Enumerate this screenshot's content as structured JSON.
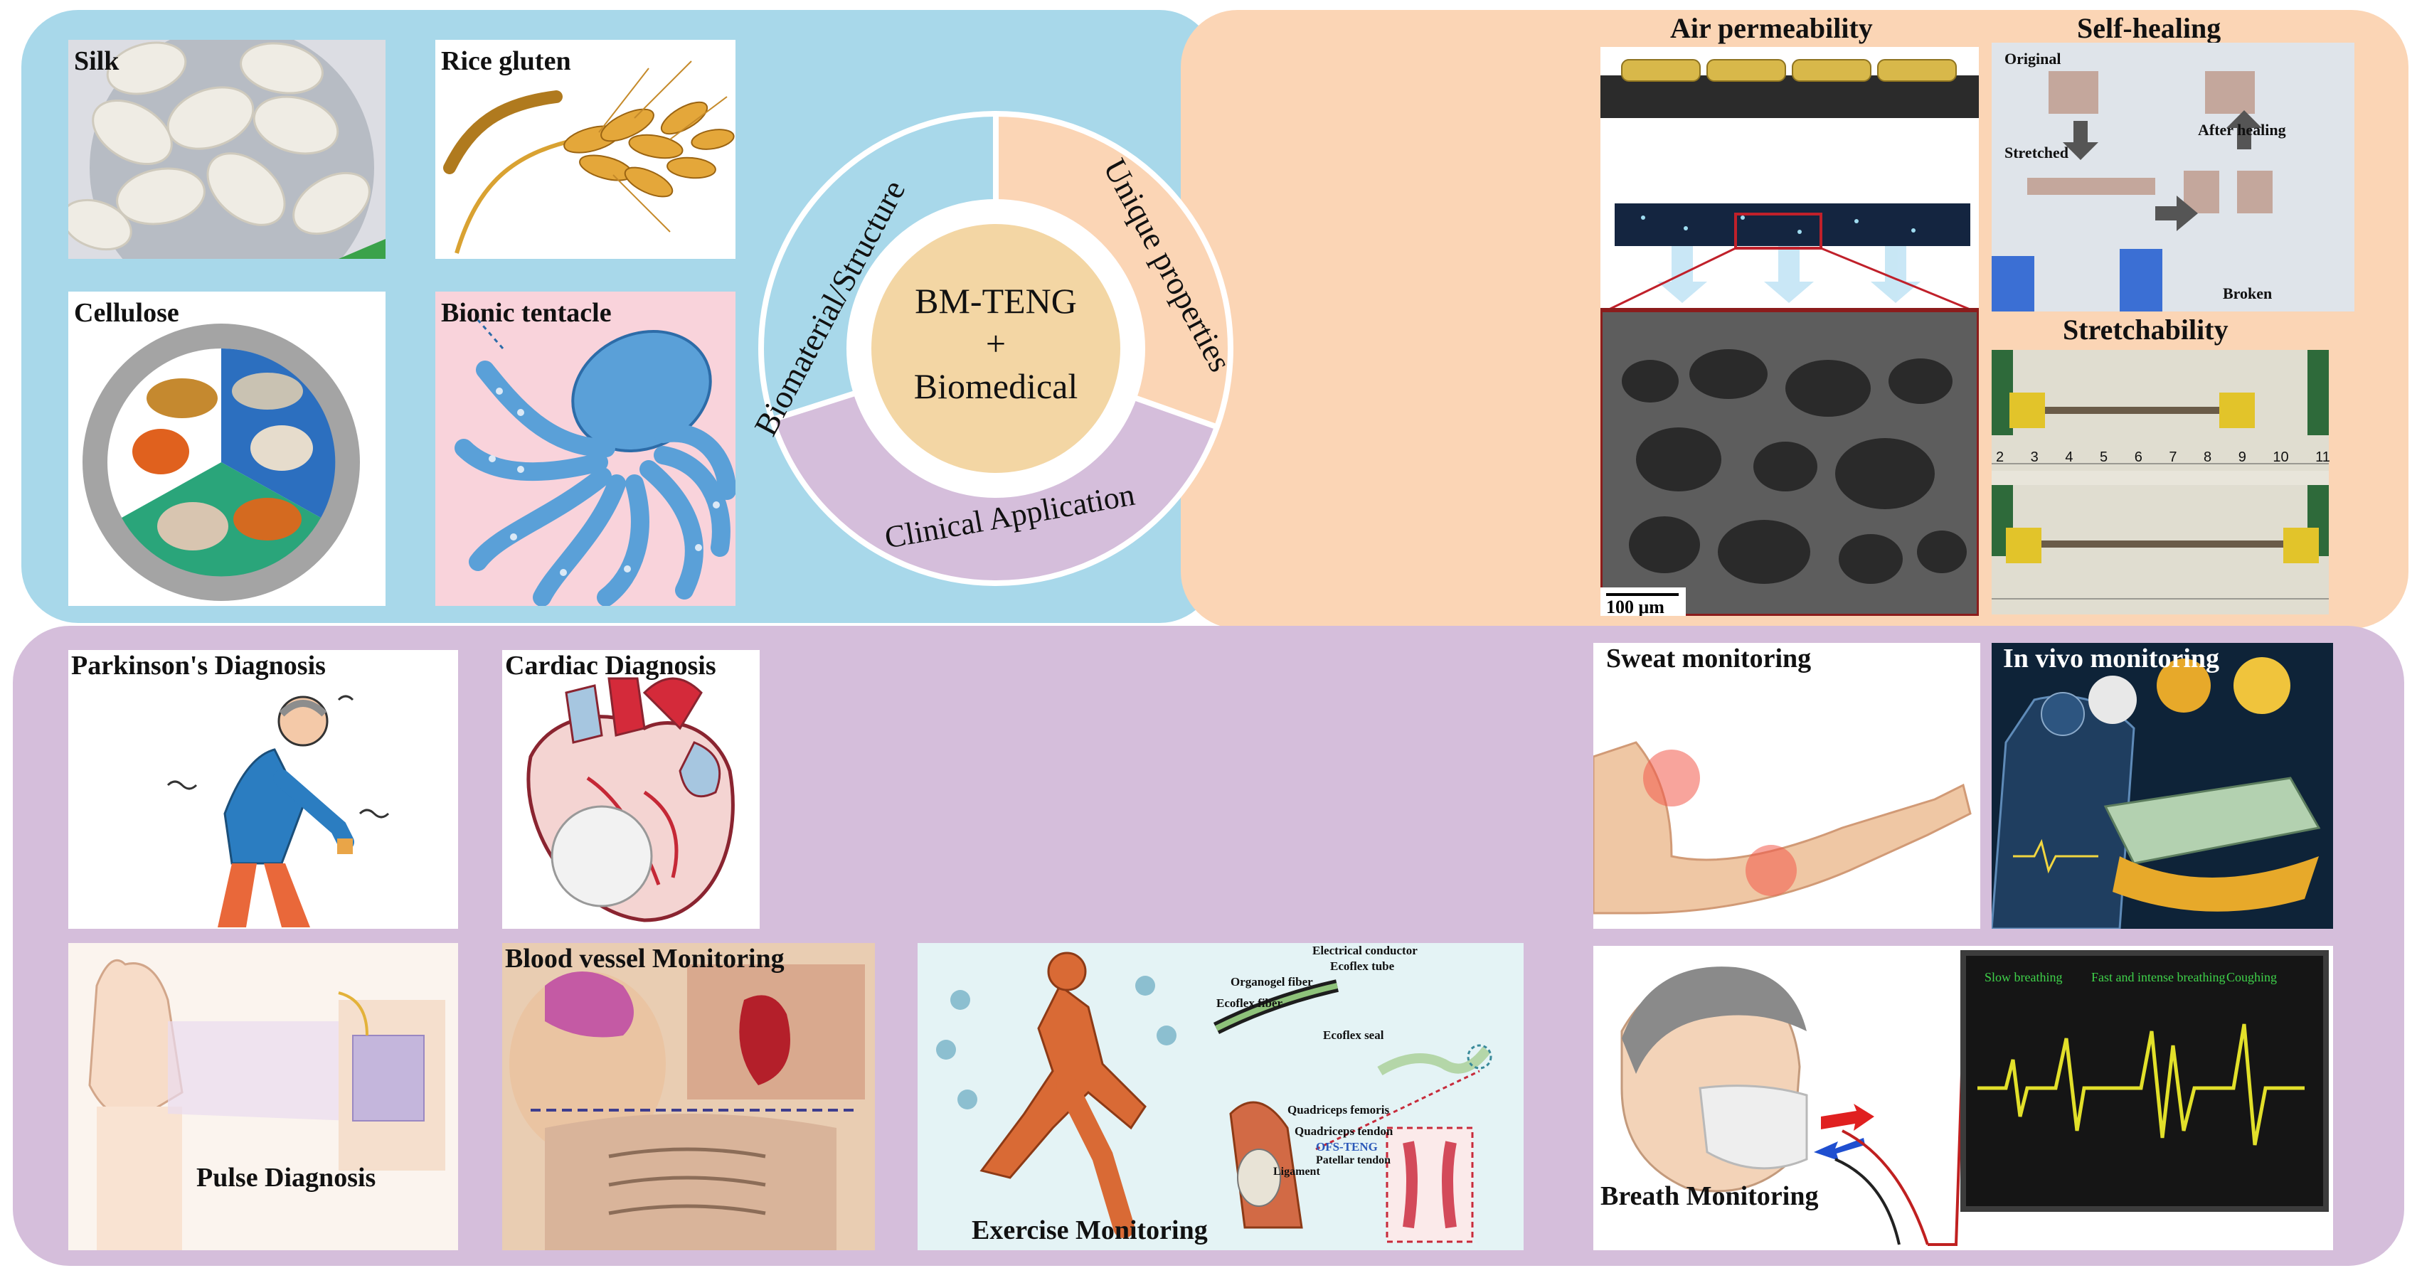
{
  "colors": {
    "biomaterial_blue": "#a8d8ea",
    "unique_peach": "#fbd5b5",
    "clinical_purple": "#d5bedb",
    "center_circle": "#f3d6a4",
    "ring_divider": "#ffffff"
  },
  "center": {
    "line1": "BM-TENG",
    "line2": "+",
    "line3": "Biomedical"
  },
  "ring": {
    "biomaterial": "Biomaterial/Structure",
    "unique": "Unique properties",
    "clinical": "Clinical Application"
  },
  "biomaterial_panel": {
    "silk": "Silk",
    "rice_gluten": "Rice gluten",
    "cellulose": "Cellulose",
    "bionic_tentacle": "Bionic tentacle"
  },
  "unique_panel": {
    "air_permeability": "Air permeability",
    "scale_bar": "100 μm",
    "self_healing": "Self-healing",
    "original": "Original",
    "stretched": "Stretched",
    "after_healing": "After healing",
    "broken": "Broken",
    "stretchability": "Stretchability",
    "ruler_numbers": [
      "2",
      "3",
      "4",
      "5",
      "6",
      "7",
      "8",
      "9",
      "10",
      "11"
    ]
  },
  "clinical_panel": {
    "parkinsons": "Parkinson's Diagnosis",
    "cardiac": "Cardiac Diagnosis",
    "pulse": "Pulse Diagnosis",
    "blood_vessel": "Blood vessel Monitoring",
    "exercise": "Exercise  Monitoring",
    "sweat": "Sweat monitoring",
    "in_vivo": "In vivo monitoring",
    "breath": "Breath Monitoring",
    "exercise_labels": {
      "electrical_conductor": "Electrical conductor",
      "ecoflex_tube": "Ecoflex tube",
      "organogel_fiber": "Organogel fiber",
      "ecoflex_fiber": "Ecoflex fiber",
      "ecoflex_seal": "Ecoflex seal",
      "quadriceps_femoris": "Quadriceps femoris",
      "quadriceps_tendon": "Quadriceps tendon",
      "ofs_teng": "OFS-TENG",
      "patellar_tendon": "Patellar tendon",
      "ligament": "Ligament"
    },
    "breath_labels": {
      "slow": "Slow breathing",
      "fast": "Fast and intense breathing",
      "coughing": "Coughing"
    }
  }
}
